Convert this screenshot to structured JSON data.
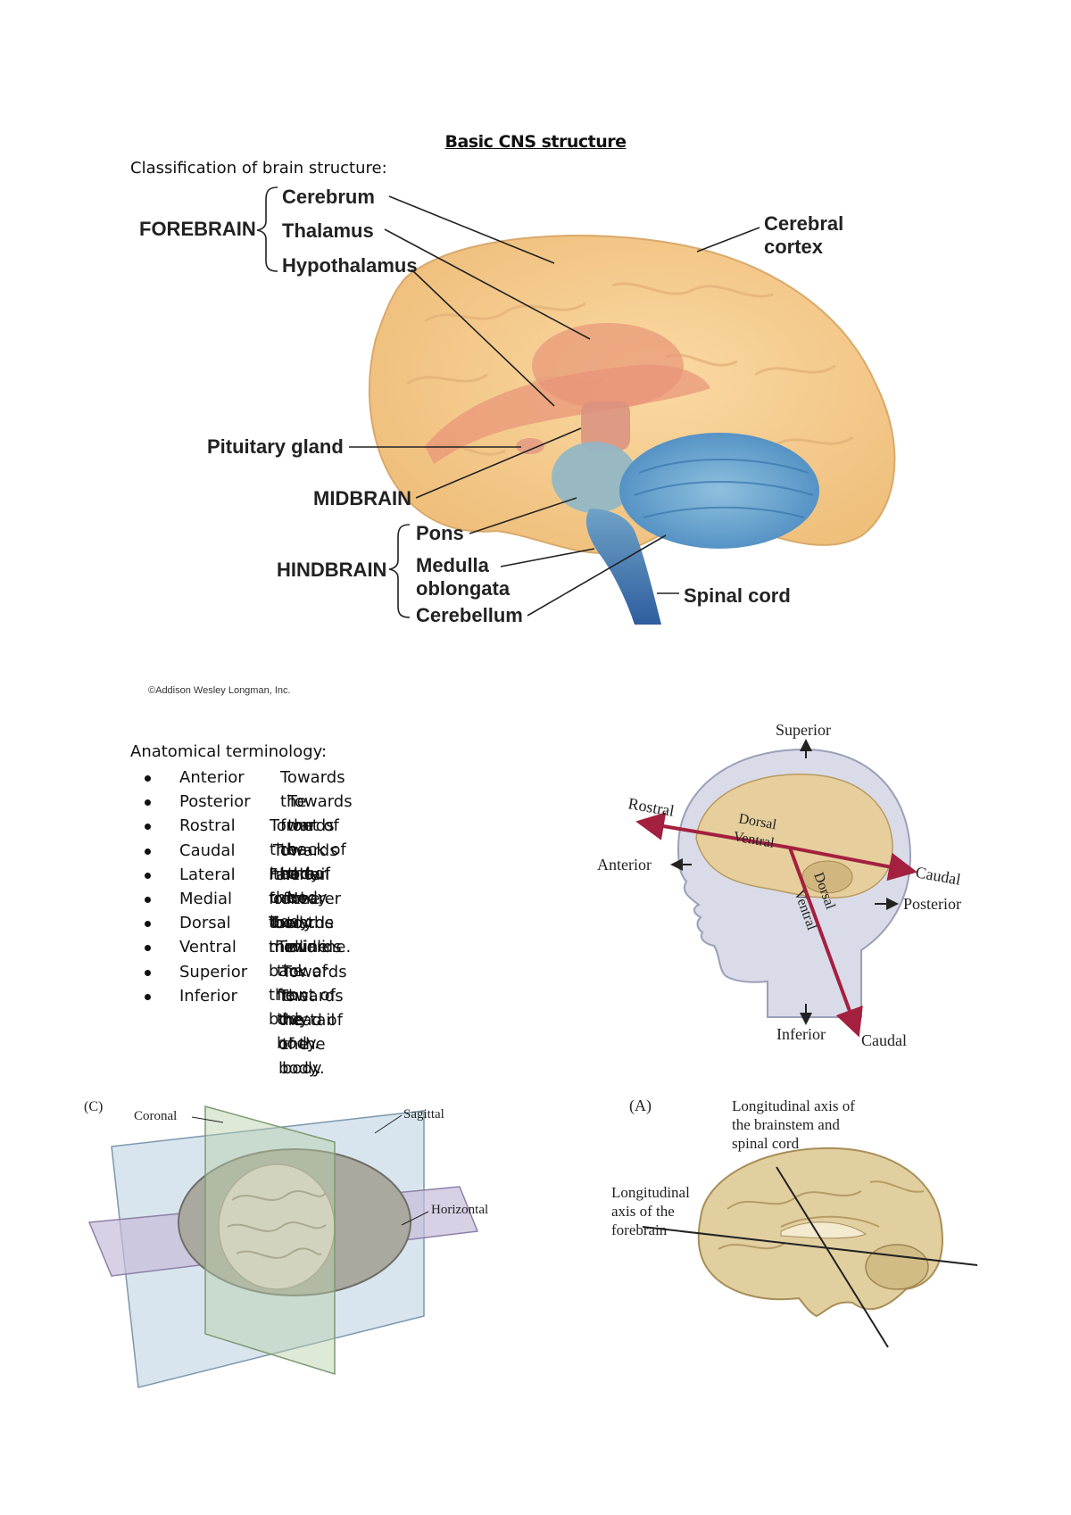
{
  "document": {
    "title": "Basic CNS structure",
    "classification_heading": "Classification of brain structure:",
    "terminology_heading": "Anatomical terminology:"
  },
  "figure1": {
    "forebrain": "FOREBRAIN",
    "cerebrum": "Cerebrum",
    "thalamus": "Thalamus",
    "hypothalamus": "Hypothalamus",
    "cortex_line1": "Cerebral",
    "cortex_line2": "cortex",
    "pituitary": "Pituitary gland",
    "midbrain": "MIDBRAIN",
    "hindbrain": "HINDBRAIN",
    "pons": "Pons",
    "medulla_line1": "Medulla",
    "medulla_line2": "oblongata",
    "cerebellum": "Cerebellum",
    "spinal_cord": "Spinal cord",
    "copyright": "©Addison Wesley Longman, Inc."
  },
  "terms": [
    {
      "term": "Anterior",
      "definition": "Towards the front of the body."
    },
    {
      "term": "Posterior",
      "definition": "Towards the back of the body."
    },
    {
      "term": "Rostral",
      "definition": "Towards the head of the body."
    },
    {
      "term": "Caudal",
      "definition": "Towards the tail of the body."
    },
    {
      "term": "Lateral",
      "definition": "Farther from the midline."
    },
    {
      "term": "Medial",
      "definition": "Nearer to the midline."
    },
    {
      "term": "Dorsal",
      "definition": "Towards the back of the body."
    },
    {
      "term": "Ventral",
      "definition": "Towards the front of the body."
    },
    {
      "term": "Superior",
      "definition": "Towards the head of the body."
    },
    {
      "term": "Inferior",
      "definition": "Towards the tail of the body."
    }
  ],
  "figure2": {
    "superior": "Superior",
    "inferior": "Inferior",
    "anterior": "Anterior",
    "posterior": "Posterior",
    "rostral": "Rostral",
    "caudal_top": "Caudal",
    "caudal_bottom": "Caudal",
    "dorsal_top": "Dorsal",
    "ventral_top": "Ventral",
    "dorsal_side": "Dorsal",
    "ventral_side": "Ventral"
  },
  "figure3": {
    "panel": "(C)",
    "coronal": "Coronal",
    "sagittal": "Sagittal",
    "horizontal": "Horizontal"
  },
  "figure4": {
    "panel": "(A)",
    "brainstem_line1": "Longitudinal axis of",
    "brainstem_line2": "the brainstem and",
    "brainstem_line3": "spinal cord",
    "forebrain_line1": "Longitudinal",
    "forebrain_line2": "axis of the",
    "forebrain_line3": "forebrain"
  }
}
